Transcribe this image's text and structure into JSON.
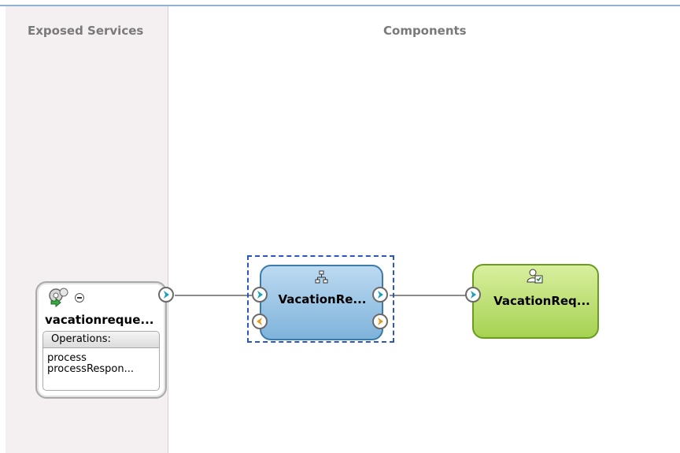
{
  "headers": {
    "exposed_services": "Exposed Services",
    "components": "Components"
  },
  "service": {
    "name": "vacationreque...",
    "operations_label": "Operations:",
    "operations": [
      "process",
      "processRespon..."
    ],
    "icon": "gear-service-icon"
  },
  "components": [
    {
      "name": "VacationRe...",
      "kind": "bpel-process",
      "icon": "process-tree-icon",
      "color": "#8fbce0",
      "selected": true
    },
    {
      "name": "VacationReq...",
      "kind": "human-task",
      "icon": "human-task-icon",
      "color": "#b5da6c"
    }
  ],
  "colors": {
    "selection": "#2a56c4",
    "wire": "#8c8c8c",
    "port": "#1aa0b8",
    "callback": "#e39a1e"
  }
}
